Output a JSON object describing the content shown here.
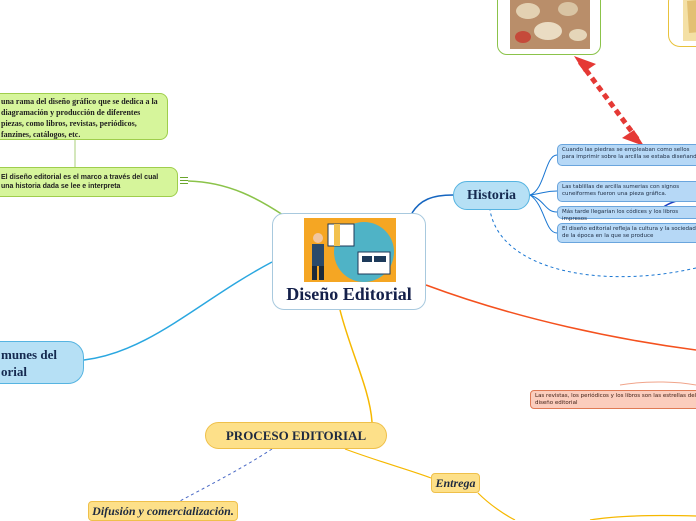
{
  "central": {
    "title": "Diseño Editorial",
    "illustration": "designer-illustration"
  },
  "left_branch": {
    "definition": "una rama del diseño gráfico que se dedica a la diagramación y producción de diferentes piezas, como libros, revistas, periódicos, fanzines, catálogos, etc.",
    "framework": "El diseño editorial es el marco a través del cual una historia dada se lee e interpreta",
    "comunes": "Elementos comunes del\neditorial",
    "comunes_line1": "munes del",
    "comunes_line2": "orial"
  },
  "historia": {
    "label": "Historia",
    "items": [
      "Cuando las piedras se empleaban como sellos para imprimir sobre la arcilla se estaba diseñando",
      "Las tablillas de arcilla sumerias con signos cuneiformes fueron una pieza gráfica.",
      "Más tarde llegarían los códices y los libros impresos",
      "El diseño editorial refleja la cultura y la sociedad de la época en la que se produce"
    ]
  },
  "orange_branch": {
    "item": "Las revistas, los periódicos y los libros son las estrellas del diseño editorial"
  },
  "proceso": {
    "label": "PROCESO EDITORIAL",
    "entrega": "Entrega",
    "difusion": "Difusión y comercialización."
  },
  "colors": {
    "historia_link": "#1565c0",
    "left_link": "#7cb342",
    "comunes_link": "#2196f3",
    "proceso_link": "#f6b800",
    "orange_link": "#f4511e",
    "arrow": "#e53935"
  }
}
